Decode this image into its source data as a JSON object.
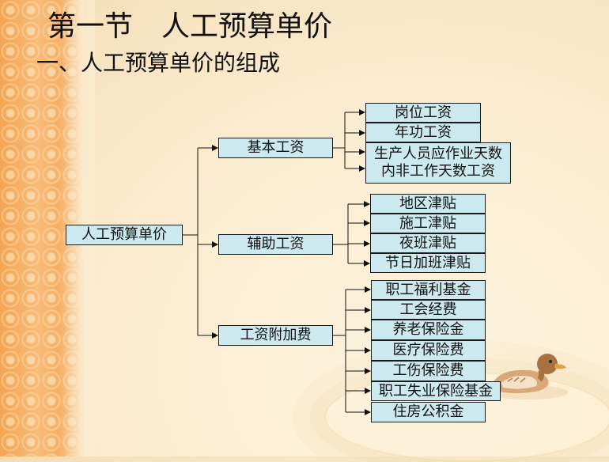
{
  "slide": {
    "title": "第一节　人工预算单价",
    "subtitle": "一、人工预算单价的组成"
  },
  "diagram": {
    "root": "人工预算单价",
    "branches": [
      {
        "label": "基本工资",
        "children": [
          "岗位工资",
          "年功工资",
          "生产人员应作业天数",
          "内非工作天数工资"
        ]
      },
      {
        "label": "辅助工资",
        "children": [
          "地区津贴",
          "施工津贴",
          "夜班津贴",
          "节日加班津贴"
        ]
      },
      {
        "label": "工资附加费",
        "children": [
          "职工福利基金",
          "工会经费",
          "养老保险金",
          "医疗保险费",
          "工伤保险费",
          "职工失业保险基金",
          "住房公积金"
        ]
      }
    ]
  },
  "colors": {
    "box_fill": "#cbe9ee",
    "box_border": "#1a1a1a",
    "stripe": "#f6b067"
  }
}
